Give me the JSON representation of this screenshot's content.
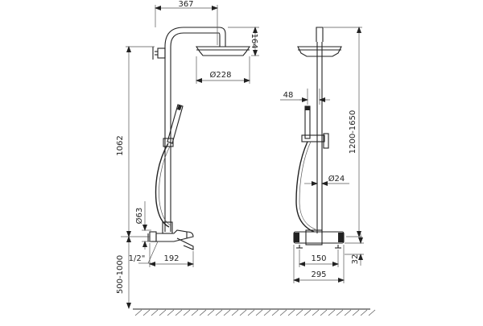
{
  "dimensions": {
    "arm_length": "367",
    "head_height": "164",
    "head_diameter": "Ø228",
    "total_height": "1062",
    "connector_diameter": "Ø63",
    "thread": "1/2\"",
    "spout_length": "192",
    "mount_height": "500-1000",
    "column_height": "1200-1650",
    "handshower_offset": "48",
    "rail_diameter": "Ø24",
    "inlet_spacing": "150",
    "mixer_width": "295",
    "mixer_height": "32"
  }
}
